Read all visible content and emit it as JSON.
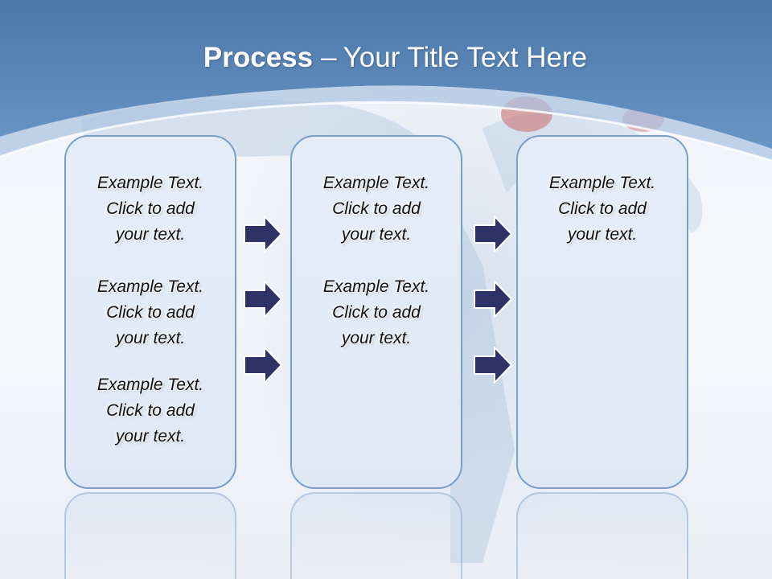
{
  "title": {
    "bold": "Process",
    "dash": "–",
    "rest": "Your Title Text Here"
  },
  "colors": {
    "header_blue": "#5a86b8",
    "panel_border": "#7d9fc4",
    "panel_fill": "#e3ecf7",
    "arrow_fill": "#2e3266"
  },
  "columns": [
    {
      "items": [
        "Example Text.\nClick  to add\nyour text.",
        "Example Text.\nClick  to add\nyour text.",
        "Example Text.\nClick  to add\nyour text."
      ]
    },
    {
      "items": [
        "Example Text.\nClick  to add\nyour text.",
        "Example Text.\nClick  to add\nyour text."
      ]
    },
    {
      "items": [
        "Example Text.\nClick  to add\nyour text."
      ]
    }
  ],
  "arrows": [
    {
      "icon": "arrow-right-icon"
    },
    {
      "icon": "arrow-right-icon"
    }
  ]
}
